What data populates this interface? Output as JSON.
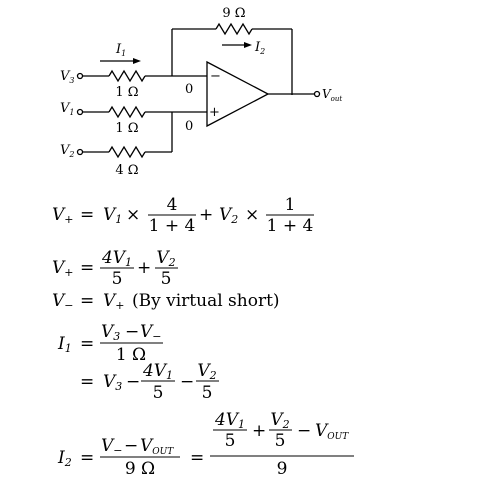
{
  "circuit": {
    "feedback_resistor": "9 Ω",
    "i2_label": "I",
    "i2_sub": "2",
    "i1_label": "I",
    "i1_sub": "1",
    "input_v3": {
      "sym": "V",
      "sub": "3",
      "resistor": "1 Ω"
    },
    "input_v1": {
      "sym": "V",
      "sub": "1",
      "resistor": "1 Ω"
    },
    "input_v2": {
      "sym": "V",
      "sub": "2",
      "resistor": "4 Ω"
    },
    "node_minus_voltage": "0",
    "node_plus_voltage": "0",
    "minus_sign": "−",
    "plus_sign": "+",
    "output": {
      "sym": "V",
      "sub": "out"
    }
  },
  "equations": {
    "eq1": {
      "lhs": "V",
      "lhs_sub": "+",
      "eq": "=",
      "v1": "V",
      "v1_sub": "1",
      "times1": "×",
      "num1": "4",
      "den1": "1 + 4",
      "plus": "+",
      "v2": "V",
      "v2_sub": "2",
      "times2": "×",
      "num2": "1",
      "den2": "1 + 4"
    },
    "eq2": {
      "lhs": "V",
      "lhs_sub": "+",
      "eq": "=",
      "num1": "4V",
      "num1_sub": "1",
      "den1": "5",
      "plus": "+",
      "num2": "V",
      "num2_sub": "2",
      "den2": "5"
    },
    "eq3": {
      "lhs": "V",
      "lhs_sub": "−",
      "eq": "=",
      "rhs": "V",
      "rhs_sub": "+",
      "note": "(By virtual short)"
    },
    "eq4": {
      "lhs": "I",
      "lhs_sub": "1",
      "eq": "=",
      "num": "V",
      "num_sub": "3",
      "num_minus": "−",
      "num2": "V",
      "num2_sub": "−",
      "den": "1 Ω"
    },
    "eq5": {
      "eq": "=",
      "v3": "V",
      "v3_sub": "3",
      "minus1": "−",
      "num1": "4V",
      "num1_sub": "1",
      "den1": "5",
      "minus2": "−",
      "num2": "V",
      "num2_sub": "2",
      "den2": "5"
    },
    "eq6": {
      "lhs": "I",
      "lhs_sub": "2",
      "eq": "=",
      "num_a": "V",
      "num_a_sub": "−",
      "num_minus": "−",
      "num_b": "V",
      "num_b_sub": "OUT",
      "den": "9 Ω",
      "eq2": "=",
      "big_num1": "4V",
      "big_num1_sub": "1",
      "big_den1": "5",
      "big_plus": "+",
      "big_num2": "V",
      "big_num2_sub": "2",
      "big_den2": "5",
      "big_minus": "−",
      "big_vout": "V",
      "big_vout_sub": "OUT",
      "big_den": "9"
    }
  }
}
